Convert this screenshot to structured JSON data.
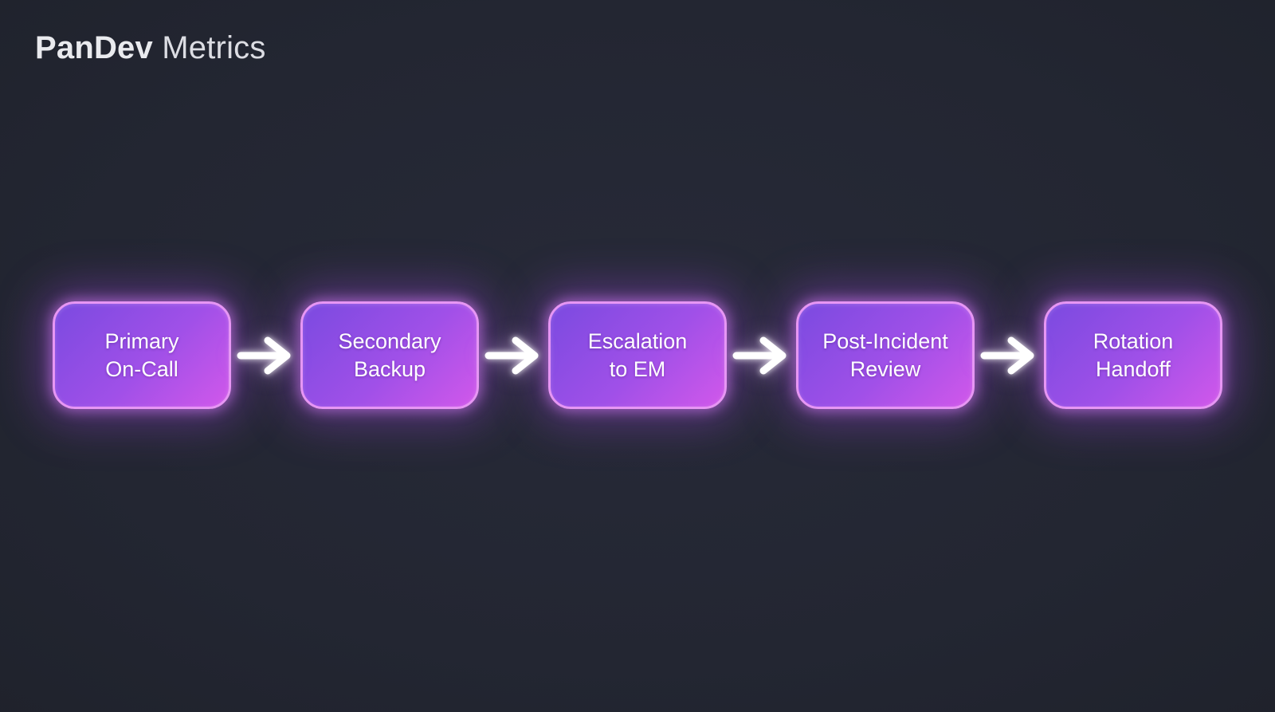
{
  "header": {
    "title_bold": "PanDev",
    "title_rest": "Metrics"
  },
  "flow": {
    "type": "horizontal-flowchart",
    "nodes": [
      {
        "label": "Primary On-Call",
        "line1": "Primary",
        "line2": "On-Call"
      },
      {
        "label": "Secondary Backup",
        "line1": "Secondary",
        "line2": "Backup"
      },
      {
        "label": "Escalation to EM",
        "line1": "Escalation",
        "line2": "to EM"
      },
      {
        "label": "Post-Incident Review",
        "line1": "Post-Incident",
        "line2": "Review"
      },
      {
        "label": "Rotation Handoff",
        "line1": "Rotation",
        "line2": "Handoff"
      }
    ],
    "connector": "right-arrow",
    "arrow_count": 4
  },
  "colors": {
    "background": "#232632",
    "node_gradient_start": "#7b4ae0",
    "node_gradient_end": "#d158ea",
    "node_border": "#e796f4",
    "node_glow": "#b44fe8",
    "arrow": "#ffffff",
    "title": "#e9eaee",
    "node_text": "#ffffff"
  }
}
